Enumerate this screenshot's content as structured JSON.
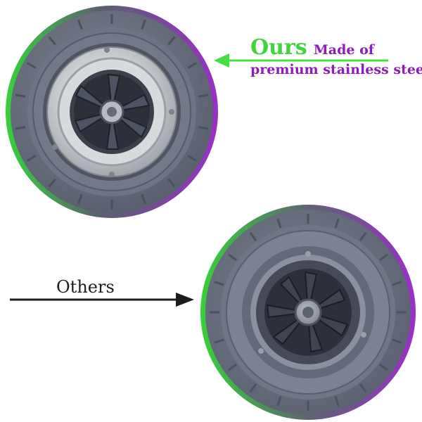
{
  "top_callout": {
    "ours_word": "Ours",
    "ours_suffix": "Made of",
    "material_text": "premium stainless steel"
  },
  "bottom_callout": {
    "others_text": "Others"
  },
  "colors": {
    "ours_green": "#3fd43c",
    "callout_purple": "#8f1cb8",
    "gasket_gray": "#5b6170",
    "steel_silver": "#c9ccd0",
    "impeller_dark": "#23262d"
  },
  "images": {
    "top": "stainless-steel-blade-base-photo",
    "bottom": "competitor-blade-base-photo"
  }
}
